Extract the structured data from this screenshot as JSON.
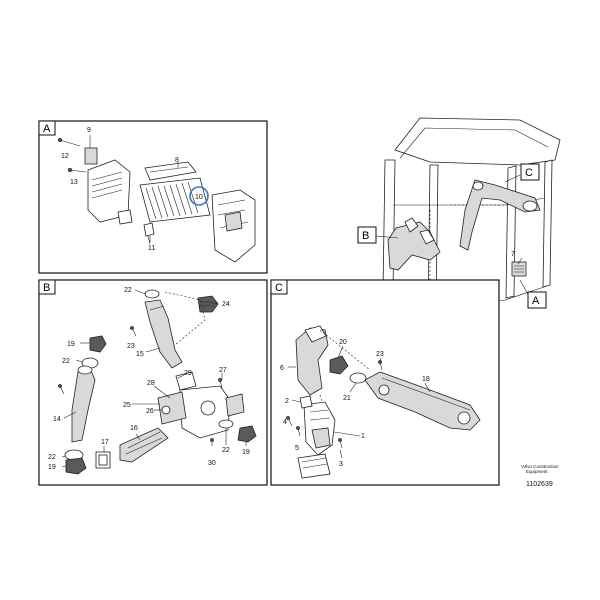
{
  "panels": {
    "a": {
      "letter": "A",
      "parts": [
        "9",
        "12",
        "13",
        "8",
        "10",
        "11"
      ]
    },
    "b": {
      "letter": "B",
      "parts": [
        "22",
        "24",
        "23",
        "15",
        "19",
        "22",
        "14",
        "22",
        "19",
        "17",
        "16",
        "28",
        "25",
        "26",
        "29",
        "27",
        "22",
        "19",
        "30"
      ]
    },
    "c": {
      "letter": "C",
      "parts": [
        "6",
        "20",
        "23",
        "18",
        "21",
        "2",
        "4",
        "5",
        "1",
        "3"
      ]
    }
  },
  "cab": {
    "callouts": [
      "C",
      "B",
      "7",
      "A"
    ]
  },
  "footer": {
    "brand": "Volvo Construction Equipment",
    "drawing_number": "1102639"
  },
  "highlight_color": "#3b78c2"
}
